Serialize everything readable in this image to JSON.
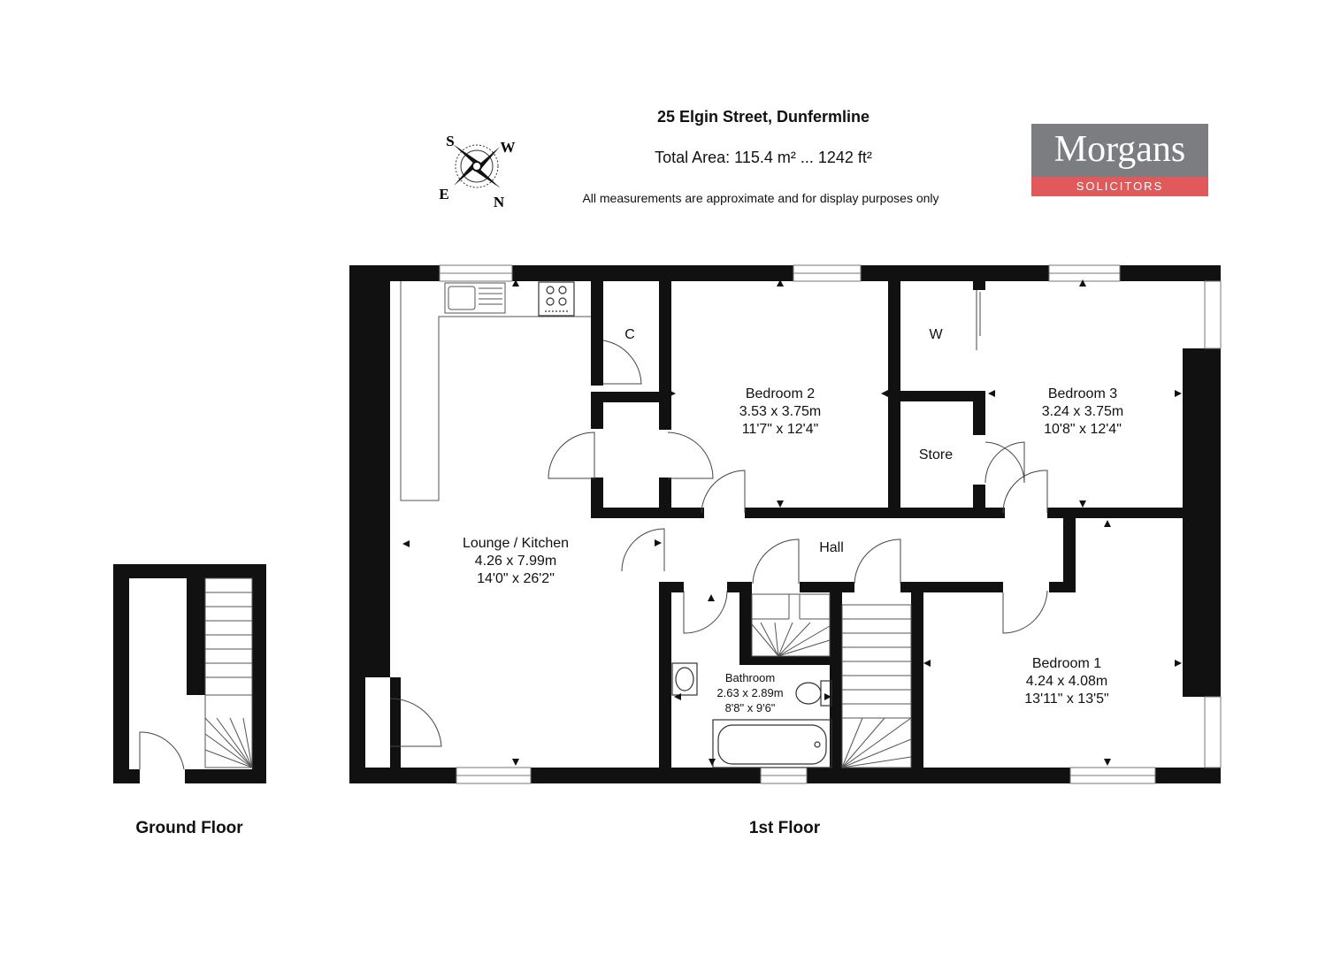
{
  "header": {
    "address": "25 Elgin Street, Dunfermline",
    "total_area": "Total Area: 115.4 m² ... 1242 ft²",
    "disclaimer": "All measurements are approximate and for display purposes only"
  },
  "logo": {
    "name": "Morgans",
    "tagline": "SOLICITORS",
    "colors": {
      "top": "#7b7d80",
      "bottom": "#e05a5b"
    }
  },
  "compass": {
    "s": "S",
    "w": "W",
    "e": "E",
    "n": "N"
  },
  "floors": {
    "ground": "Ground Floor",
    "first": "1st Floor"
  },
  "rooms": {
    "lounge": {
      "name": "Lounge / Kitchen",
      "metric": "4.26 x 7.99m",
      "imperial": "14'0\" x 26'2\""
    },
    "bedroom2": {
      "name": "Bedroom 2",
      "metric": "3.53 x 3.75m",
      "imperial": "11'7\" x 12'4\""
    },
    "bedroom3": {
      "name": "Bedroom 3",
      "metric": "3.24 x 3.75m",
      "imperial": "10'8\" x 12'4\""
    },
    "bedroom1": {
      "name": "Bedroom 1",
      "metric": "4.24 x 4.08m",
      "imperial": "13'11\" x 13'5\""
    },
    "bathroom": {
      "name": "Bathroom",
      "metric": "2.63 x 2.89m",
      "imperial": "8'8\" x 9'6\""
    },
    "cupboard": {
      "name": "C"
    },
    "wardrobe": {
      "name": "W"
    },
    "store": {
      "name": "Store"
    },
    "hall": {
      "name": "Hall"
    }
  }
}
